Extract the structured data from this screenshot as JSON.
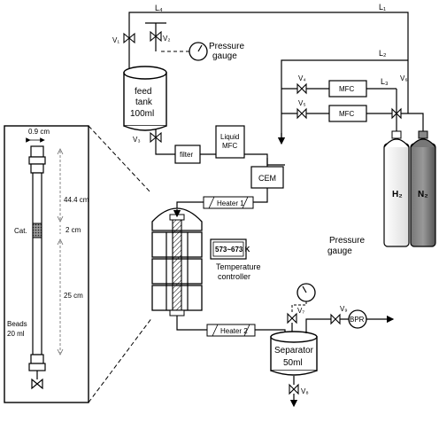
{
  "lines": {
    "l1": "L₁",
    "l2": "L₂",
    "l3": "L₃",
    "l4": "L₄"
  },
  "valves": {
    "v1": "V₁",
    "v2": "V₂",
    "v3": "V₃",
    "v4": "V₄",
    "v5": "V₅",
    "v6": "V₆",
    "v7": "V₇",
    "v8": "V₈",
    "v9": "V₉"
  },
  "gauge_top": {
    "line1": "Pressure",
    "line2": "gauge"
  },
  "gauge_bottom": {
    "line1": "Pressure",
    "line2": "gauge"
  },
  "feed_tank": {
    "line1": "feed",
    "line2": "tank",
    "line3": "100ml"
  },
  "filter": "filter",
  "liquid_mfc": {
    "line1": "Liquid",
    "line2": "MFC"
  },
  "mfc_top": "MFC",
  "mfc_bottom": "MFC",
  "cem": "CEM",
  "heater1": "Heater 1",
  "heater2": "Heater 2",
  "temp_display": "573~673 K",
  "temp_controller": {
    "line1": "Temperature",
    "line2": "controller"
  },
  "cylinders": {
    "h2": "H₂",
    "n2": "N₂"
  },
  "bpr": "BPR",
  "separator": {
    "line1": "Separator",
    "line2": "50ml"
  },
  "reactor_detail": {
    "width": "0.9 cm",
    "total_length": "44.4 cm",
    "cat_label": "Cat.",
    "cat_length": "2 cm",
    "beads_label": "Beads",
    "beads_volume": "20 ml",
    "beads_length": "25 cm"
  }
}
